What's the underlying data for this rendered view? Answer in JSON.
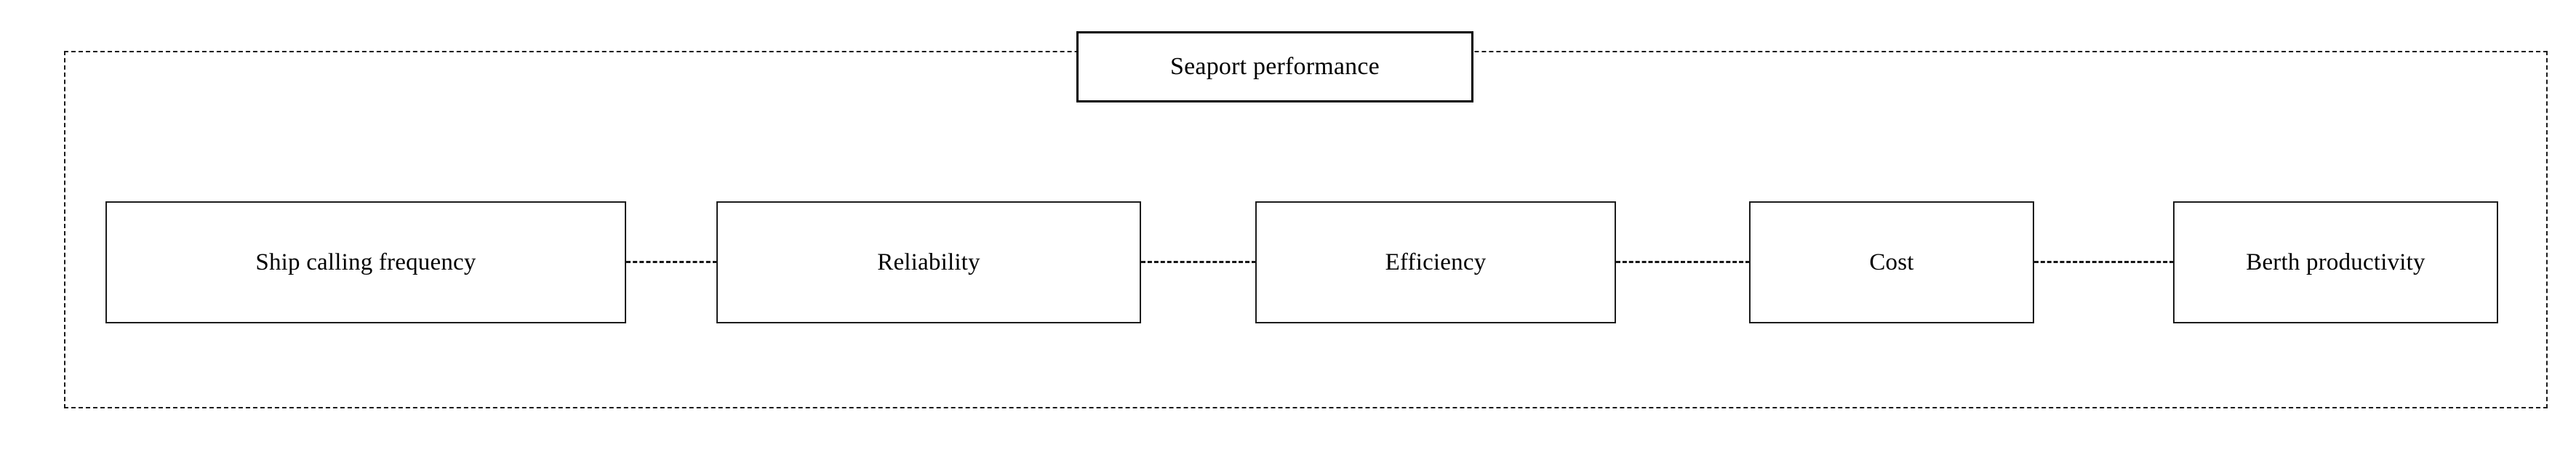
{
  "diagram": {
    "type": "flow-chain",
    "title": {
      "label": "Seaport performance"
    },
    "nodes": [
      {
        "id": "ship-calling-frequency",
        "label": "Ship calling frequency"
      },
      {
        "id": "reliability",
        "label": "Reliability"
      },
      {
        "id": "efficiency",
        "label": "Efficiency"
      },
      {
        "id": "cost",
        "label": "Cost"
      },
      {
        "id": "berth-productivity",
        "label": "Berth productivity"
      }
    ],
    "connectors": [
      {
        "from": "ship-calling-frequency",
        "to": "reliability",
        "style": "dashed"
      },
      {
        "from": "reliability",
        "to": "efficiency",
        "style": "dashed"
      },
      {
        "from": "efficiency",
        "to": "cost",
        "style": "dashed"
      },
      {
        "from": "cost",
        "to": "berth-productivity",
        "style": "dashed"
      }
    ],
    "group_frame": {
      "style": "dashed"
    },
    "colors": {
      "stroke": "#000000",
      "node_stroke": "#1c1c1c",
      "frame_stroke": "#1a1a1a",
      "background": "#ffffff",
      "text": "#000000"
    }
  }
}
